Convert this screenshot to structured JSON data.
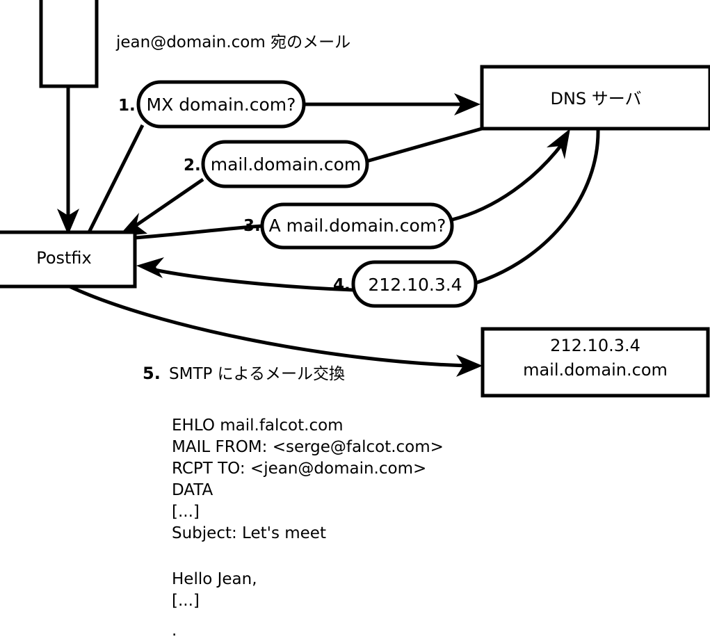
{
  "diagram": {
    "title_caption": "jean@domain.com 宛のメール",
    "nodes": {
      "client_box": {
        "label": ""
      },
      "postfix_box": {
        "label": "Postfix"
      },
      "dns_box": {
        "label": "DNS サーバ"
      },
      "mail_server_box": {
        "line1": "212.10.3.4",
        "line2": "mail.domain.com"
      }
    },
    "steps": [
      {
        "number": "1.",
        "label": "MX domain.com?"
      },
      {
        "number": "2.",
        "label": "mail.domain.com"
      },
      {
        "number": "3.",
        "label": "A mail.domain.com?"
      },
      {
        "number": "4.",
        "label": "212.10.3.4"
      }
    ],
    "step5": {
      "number": "5.",
      "label": "SMTP によるメール交換"
    },
    "smtp_transcript": [
      "EHLO mail.falcot.com",
      "MAIL FROM: <serge@falcot.com>",
      "RCPT TO: <jean@domain.com>",
      "DATA",
      "[...]",
      "Subject: Let's meet",
      "",
      "Hello Jean,",
      "[...]",
      "."
    ],
    "colors": {
      "stroke": "#000000",
      "fill": "#ffffff",
      "text": "#000000"
    }
  }
}
